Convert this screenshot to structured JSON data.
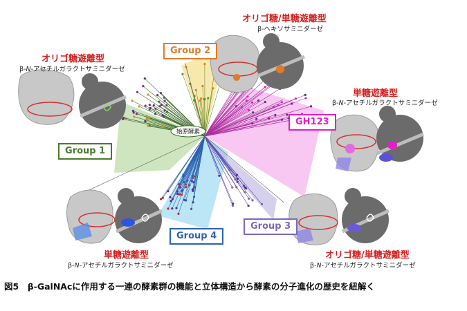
{
  "groups": {
    "group1": {
      "label": "Group 1",
      "color": "#4b7a2b",
      "fill": "#a8d08d"
    },
    "group2": {
      "label": "Group 2",
      "color": "#e07b28",
      "fill": "#f3e08a"
    },
    "group3": {
      "label": "Group 3",
      "color": "#7b68b8",
      "fill": "#b9b0e0"
    },
    "group4": {
      "label": "Group 4",
      "color": "#2c62b0",
      "fill": "#8fd3f0"
    },
    "gh123": {
      "label": "GH123",
      "color": "#e21fc5",
      "fill": "#f39ae8"
    }
  },
  "center_label": "始原酵素",
  "annotations": {
    "g1": {
      "type": "オリゴ糖遊離型",
      "enzyme_prefix": "β-",
      "enzyme_italic": "N",
      "enzyme_suffix": "-アセチルガラクトサミニダーゼ"
    },
    "g2": {
      "type": "オリゴ糖/単糖遊離型",
      "enzyme": "β-ヘキソサミニダーゼ"
    },
    "gh123": {
      "type": "単糖遊離型",
      "enzyme_prefix": "β-",
      "enzyme_italic": "N",
      "enzyme_suffix": "-アセチルガラクトサミニダーゼ"
    },
    "g4": {
      "type": "単糖遊離型",
      "enzyme_prefix": "β-",
      "enzyme_italic": "N",
      "enzyme_suffix": "-アセチルガラクトサミニダーゼ"
    },
    "g3": {
      "type": "オリゴ糖/単糖遊離型",
      "enzyme_prefix": "β-",
      "enzyme_italic": "N",
      "enzyme_suffix": "-アセチルガラクトサミニダーゼ"
    }
  },
  "caption": "図5　β-GalNAcに作用する一連の酵素群の機能と立体構造から酵素の分子進化の歴史を紐解く",
  "colors": {
    "annotation_red": "#d41f1f",
    "cell_gray": "#6b6b6b",
    "membrane": "#bdbdbd"
  }
}
